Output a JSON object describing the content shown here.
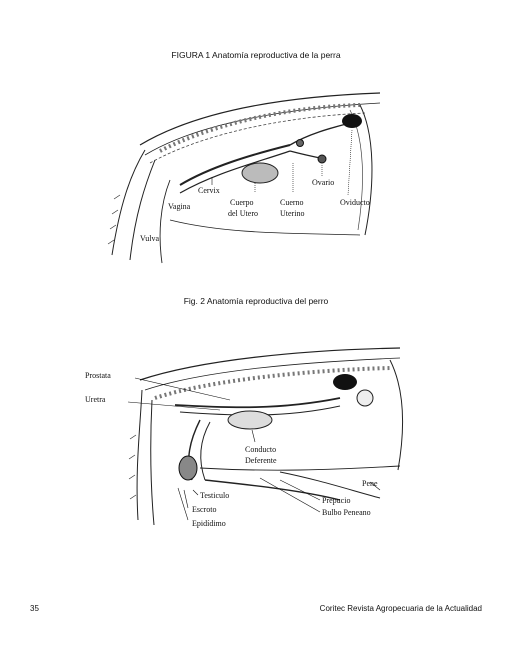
{
  "figure1": {
    "caption": "FIGURA 1 Anatomía reproductiva de la perra",
    "labels": {
      "cervix": "Cervix",
      "vagina": "Vagina",
      "vulva": "Vulva",
      "cuerpo1": "Cuerpo",
      "cuerpo2": "del Utero",
      "cuerno1": "Cuerno",
      "cuerno2": "Uterino",
      "ovario": "Ovario",
      "oviducto": "Oviducto"
    }
  },
  "figure2": {
    "caption": "Fig. 2 Anatomía reproductiva del perro",
    "labels": {
      "prostata": "Prostata",
      "uretra": "Uretra",
      "conducto1": "Conducto",
      "conducto2": "Deferente",
      "pene": "Pene",
      "testiculo": "Testiculo",
      "escroto": "Escroto",
      "epididimo": "Epidídimo",
      "prepucio": "Prepucio",
      "bulbo": "Bulbo Peneano"
    }
  },
  "footer": {
    "page_number": "35",
    "journal": "Coritec Revista Agropecuaria de la Actualidad"
  }
}
